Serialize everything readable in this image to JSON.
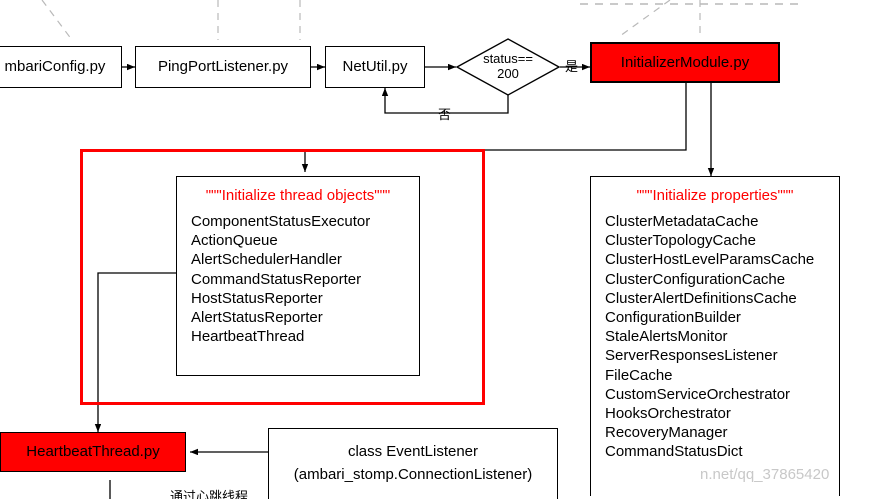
{
  "diagram": {
    "top_flow": [
      {
        "id": "ambari-config",
        "label": "mbariConfig.py"
      },
      {
        "id": "ping-port-listener",
        "label": "PingPortListener.py"
      },
      {
        "id": "net-util",
        "label": "NetUtil.py"
      }
    ],
    "decision": {
      "line1": "status==",
      "line2": "200"
    },
    "edge_labels": {
      "yes": "是",
      "no": "否",
      "heartbeat": "通过心跳线程"
    },
    "initializer_module": "InitializerModule.py",
    "heartbeat_thread": "HeartbeatThread.py",
    "thread_objects_panel": {
      "title": "\"\"\"Initialize thread objects\"\"\"",
      "items": [
        "ComponentStatusExecutor",
        "ActionQueue",
        "AlertSchedulerHandler",
        "CommandStatusReporter",
        "HostStatusReporter",
        "AlertStatusReporter",
        "HeartbeatThread"
      ]
    },
    "properties_panel": {
      "title": "\"\"\"Initialize properties\"\"\"",
      "items": [
        "ClusterMetadataCache",
        "ClusterTopologyCache",
        "ClusterHostLevelParamsCache",
        "ClusterConfigurationCache",
        "ClusterAlertDefinitionsCache",
        "ConfigurationBuilder",
        "StaleAlertsMonitor",
        "ServerResponsesListener",
        "FileCache",
        "CustomServiceOrchestrator",
        "HooksOrchestrator",
        "RecoveryManager",
        "CommandStatusDict"
      ]
    },
    "event_listener": {
      "line1": "class EventListener",
      "line2": "(ambari_stomp.ConnectionListener)"
    },
    "watermark": "n.net/qq_37865420",
    "colors": {
      "red": "#ff0000",
      "node_border": "#000000",
      "line": "#000000",
      "dashed_line": "#b0b0b0"
    }
  }
}
